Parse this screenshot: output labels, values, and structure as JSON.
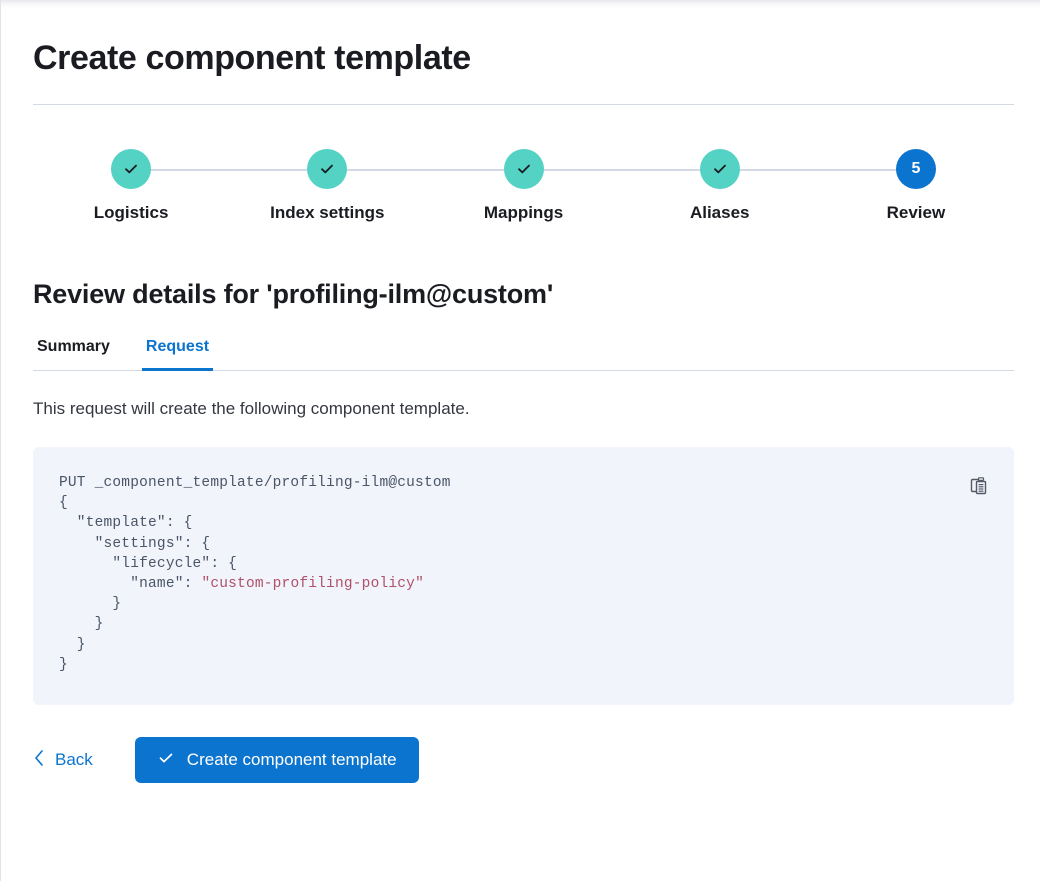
{
  "page": {
    "title": "Create component template"
  },
  "stepper": {
    "steps": [
      {
        "label": "Logistics",
        "state": "complete",
        "marker": "check-icon"
      },
      {
        "label": "Index settings",
        "state": "complete",
        "marker": "check-icon"
      },
      {
        "label": "Mappings",
        "state": "complete",
        "marker": "check-icon"
      },
      {
        "label": "Aliases",
        "state": "complete",
        "marker": "check-icon"
      },
      {
        "label": "Review",
        "state": "current",
        "marker": "5"
      }
    ],
    "colors": {
      "complete": "#54d2c4",
      "current": "#0b74cf",
      "connector": "#d3dae6"
    }
  },
  "review": {
    "heading": "Review details for 'profiling-ilm@custom'",
    "tabs": [
      {
        "label": "Summary",
        "active": false
      },
      {
        "label": "Request",
        "active": true
      }
    ],
    "description": "This request will create the following component template.",
    "request": {
      "method_line": "PUT _component_template/profiling-ilm@custom",
      "lines": [
        {
          "text": "PUT _component_template/profiling-ilm@custom"
        },
        {
          "text": "{"
        },
        {
          "text": "  \"template\": {"
        },
        {
          "text": "    \"settings\": {"
        },
        {
          "text": "      \"lifecycle\": {"
        },
        {
          "text": "        \"name\": ",
          "value": "\"custom-profiling-policy\""
        },
        {
          "text": "      }"
        },
        {
          "text": "    }"
        },
        {
          "text": "  }"
        },
        {
          "text": "}"
        }
      ],
      "copy_label": "copy-icon"
    }
  },
  "actions": {
    "back_label": "Back",
    "back_icon": "chevron-left-icon",
    "submit_label": "Create component template",
    "submit_icon": "check-icon",
    "submit_color": "#0b74cf"
  }
}
